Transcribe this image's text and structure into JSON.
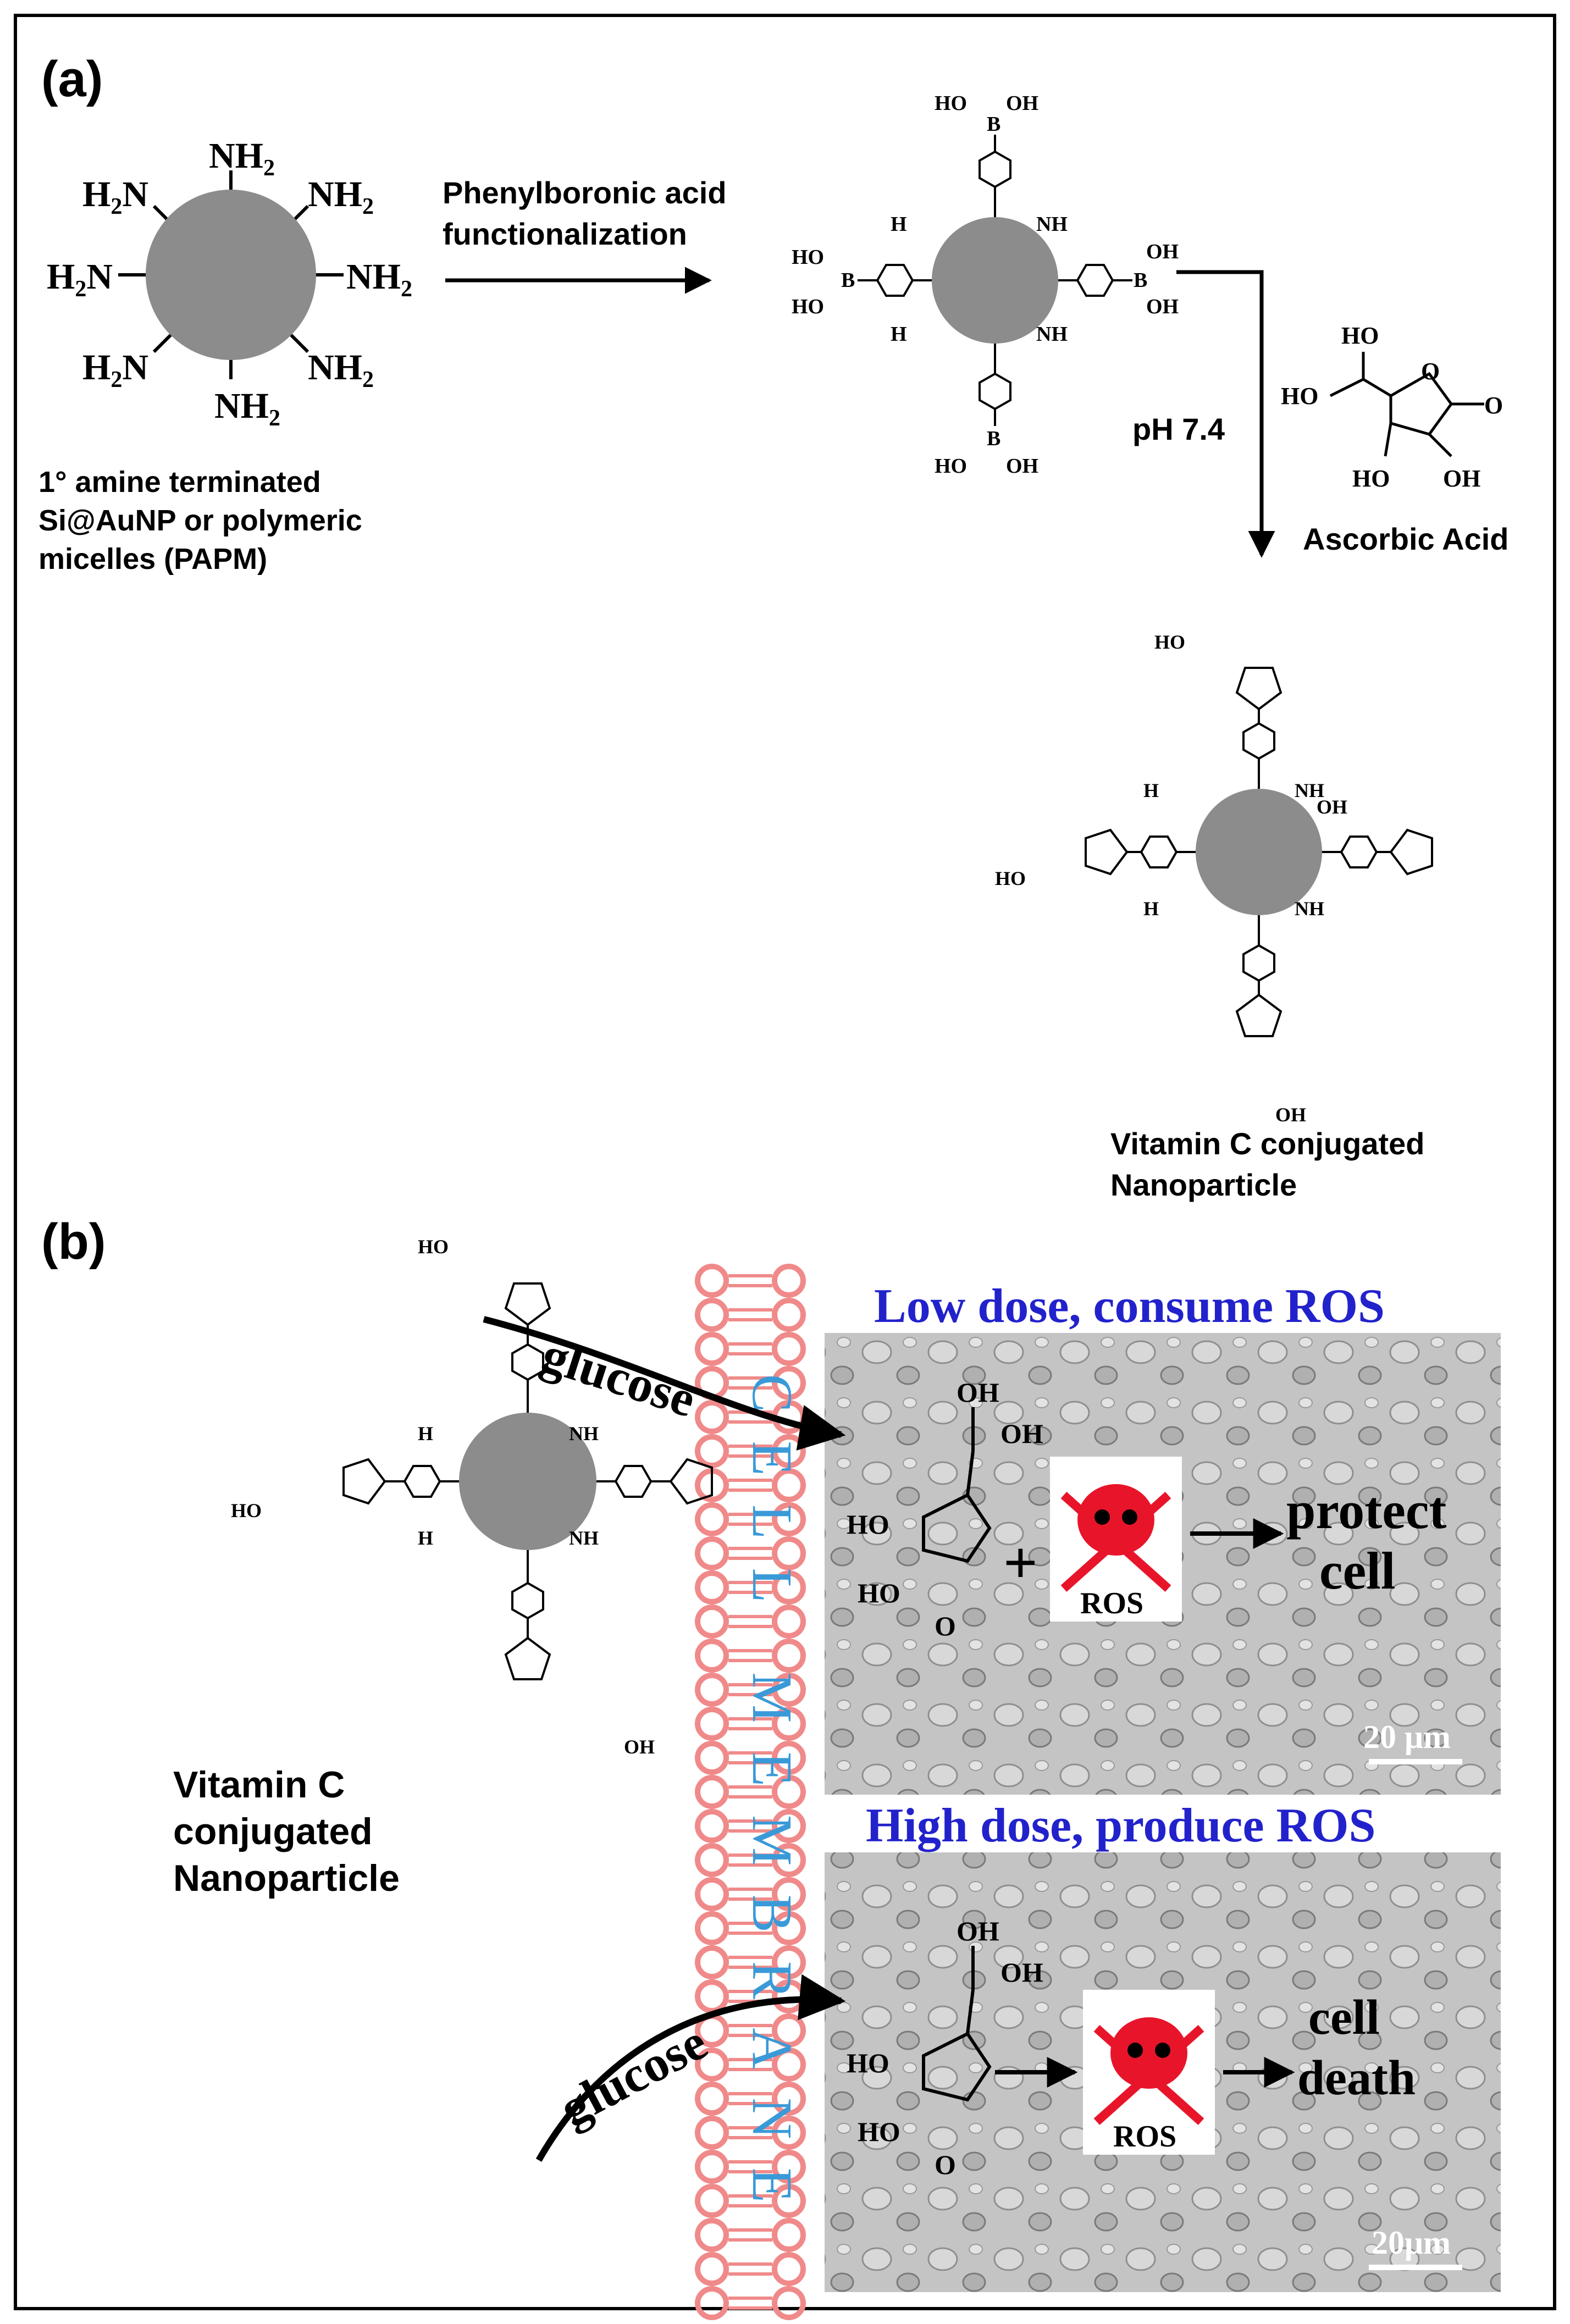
{
  "panel_a": {
    "label": "(a)",
    "np_amine_groups": {
      "nh2": "NH",
      "h2n": "H",
      "sub": "2",
      "n": "N"
    },
    "start_caption": [
      "1° amine terminated",
      "Si@AuNP or polymeric",
      "micelles (PAPM)"
    ],
    "arrow_label": [
      "Phenylboronic acid",
      "functionalization"
    ],
    "boronic": {
      "ho": "HO",
      "oh": "OH",
      "b": "B"
    },
    "condition": "pH 7.4",
    "reagent": {
      "name": "Ascorbic Acid",
      "ho": "HO",
      "oh": "OH",
      "o": "O"
    },
    "product_caption": [
      "Vitamin C conjugated",
      "Nanoparticle"
    ]
  },
  "panel_b": {
    "label": "(b)",
    "membrane_text": "CELL MEMBRANE",
    "low": {
      "title": "Low dose, consume ROS",
      "plus": "+",
      "ros": "ROS",
      "outcome": [
        "protect",
        "cell"
      ],
      "scale": "20 μm"
    },
    "high": {
      "title": "High dose, produce ROS",
      "ros": "ROS",
      "outcome": [
        "cell",
        "death"
      ],
      "scale": "20μm"
    },
    "glucose": "glucose",
    "np_caption": [
      "Vitamin C",
      "conjugated",
      "Nanoparticle"
    ]
  },
  "colors": {
    "np_gray": "#8c8c8c",
    "membrane": "#f08a8a",
    "title_blue": "#2222cc",
    "membrane_text": "#3a9ad8",
    "skull_red": "#e8152a",
    "micrograph": "#bdbdbd"
  }
}
